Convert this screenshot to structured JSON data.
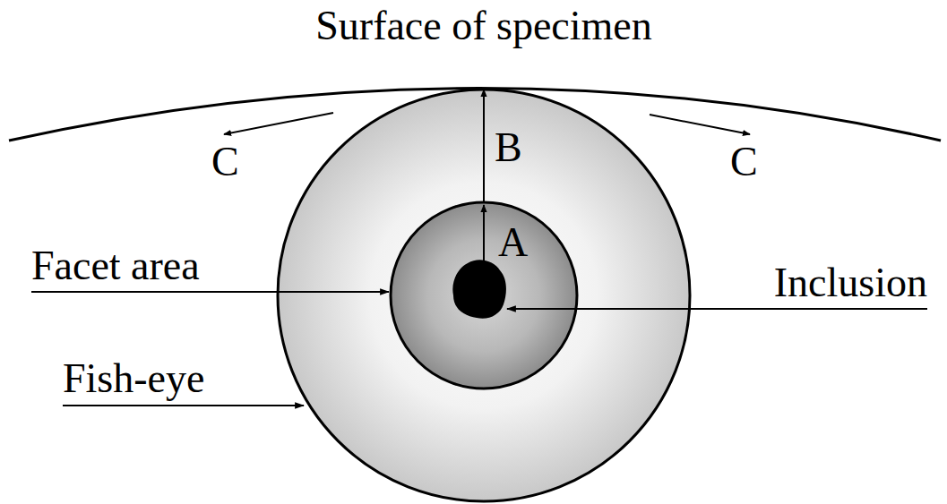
{
  "diagram": {
    "labels": [
      "Surface of specimen",
      "C",
      "B",
      "C",
      "A",
      "Facet area",
      "Inclusion",
      "Fish-eye"
    ]
  }
}
